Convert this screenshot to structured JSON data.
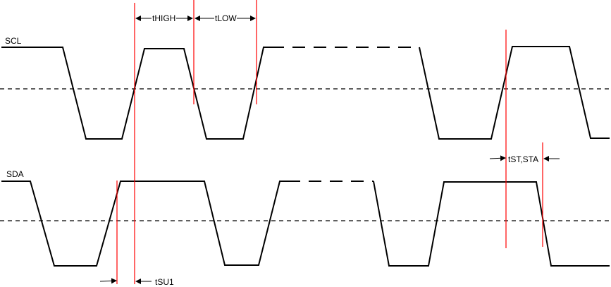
{
  "signals": {
    "scl": "SCL",
    "sda": "SDA"
  },
  "timings": {
    "t_high": "tHIGH",
    "t_low": "tLOW",
    "t_st_sta": "tST,STA",
    "t_su1": "tSU1"
  },
  "colors": {
    "waveform": "#000000",
    "marker": "#ff0000"
  }
}
